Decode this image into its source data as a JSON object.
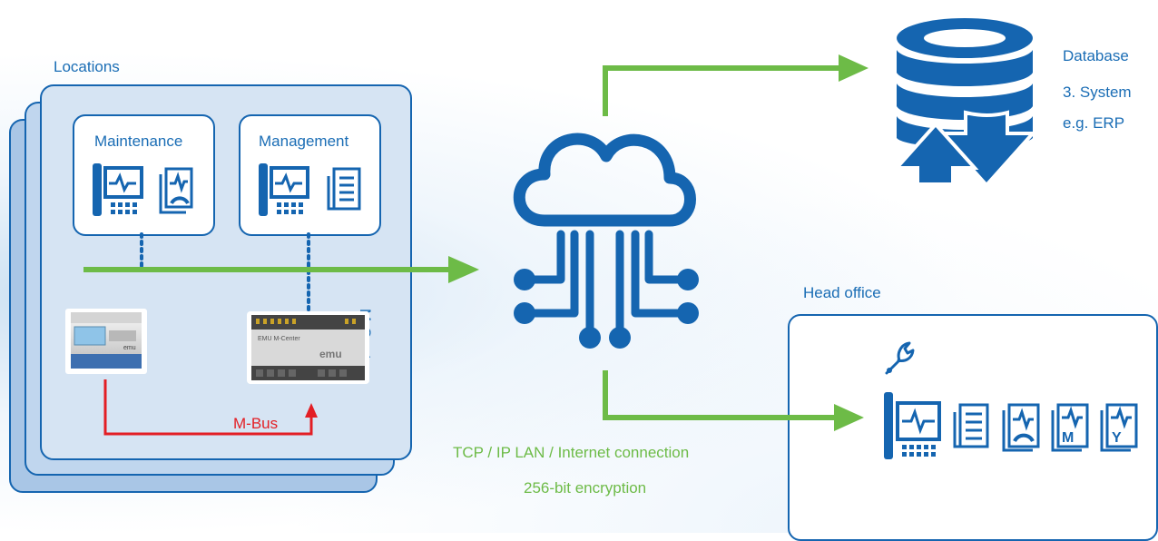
{
  "labels": {
    "locations": "Locations",
    "maintenance": "Maintenance",
    "management": "Management",
    "m_center": "M-Center",
    "m_bus": "M-Bus",
    "head_office": "Head office",
    "database_lines": [
      "Database",
      "3. System",
      "e.g. ERP"
    ],
    "connection": "TCP / IP LAN / Internet connection",
    "encryption": "256-bit encryption"
  },
  "devices": {
    "meter_brand": "emu",
    "mcenter_title": "EMU M-Center",
    "mcenter_brand": "emu"
  },
  "head_office_icons": [
    "wrench-icon",
    "monitor-terminal-icon",
    "document-list-icon",
    "gauge-chart-icon",
    "monthly-chart-icon",
    "yearly-chart-icon"
  ],
  "head_office_badges": [
    "M",
    "Y"
  ],
  "colors": {
    "blue": "#1565b0",
    "green": "#6dbb47",
    "red": "#e31e24",
    "panel": "#d6e4f3"
  }
}
